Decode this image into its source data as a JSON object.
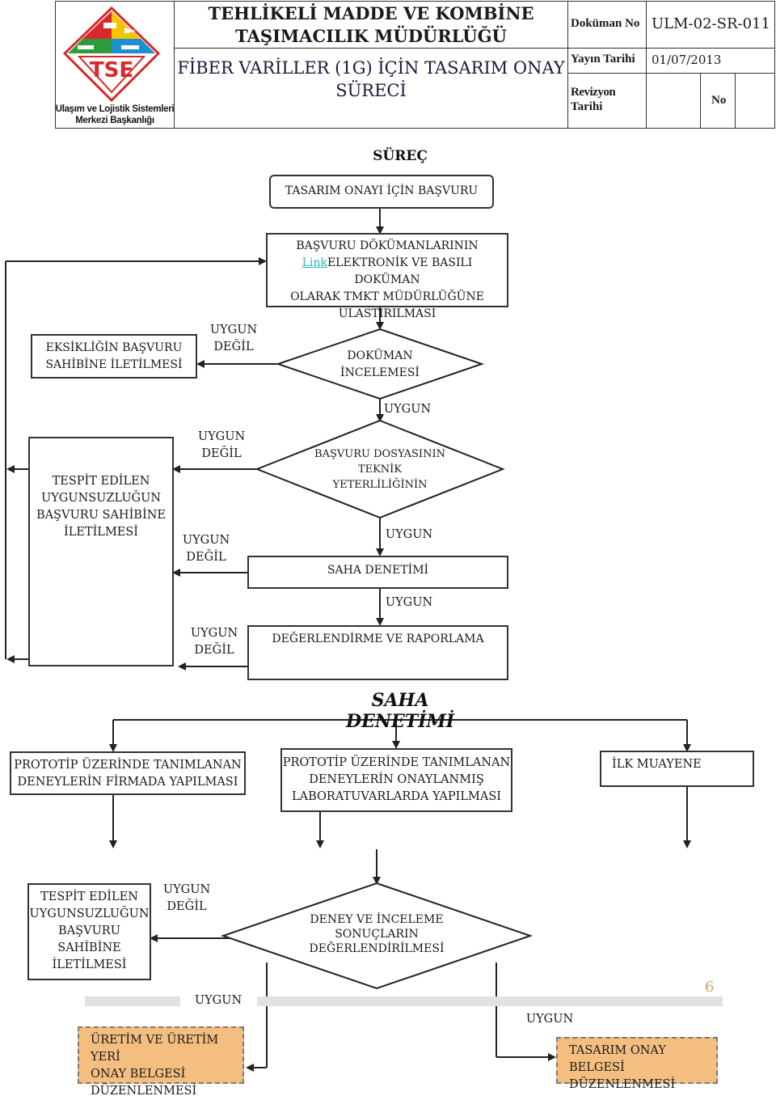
{
  "header": {
    "org_name": "Ulaşım ve Lojistik Sistemleri Merkezi Başkanlığı",
    "logo_text": "TSE",
    "title_line1": "TEHLİKELİ MADDE VE KOMBİNE",
    "title_line2": "TAŞIMACILIK MÜDÜRLÜĞÜ",
    "subtitle_line1": "FİBER VARİLLER (1G) İÇİN TASARIM ONAY",
    "subtitle_line2": "SÜRECİ",
    "doc_no_label": "Doküman No",
    "doc_no_value": "ULM-02-SR-011",
    "pub_date_label": "Yayın Tarihi",
    "pub_date_value": "01/07/2013",
    "rev_date_label_1": "Revizyon",
    "rev_date_label_2": "Tarihi",
    "rev_no_label": "No"
  },
  "process": {
    "section_title": "SÜREÇ",
    "apply_box": "TASARIM ONAYI İÇİN BAŞVURU",
    "docs_line1": "BAŞVURU DÖKÜMANLARININ",
    "docs_link": "Link",
    "docs_line2": "ELEKTRONİK VE BASILI DOKÜMAN",
    "docs_line3": "OLARAK TMKT MÜDÜRLÜĞÜNE",
    "docs_line4": "ULASTIRILMASI",
    "deficiency_line1": "EKSİKLİĞİN BAŞVURU",
    "deficiency_line2": "SAHİBİNE İLETİLMESİ",
    "doc_review_line1": "DOKÜMAN",
    "doc_review_line2": "İNCELEMESİ",
    "tech_line1": "BAŞVURU DOSYASININ",
    "tech_line2": "TEKNİK",
    "tech_line3": "YETERLİLİĞİNİN",
    "nonconf_line1": "TESPİT EDİLEN",
    "nonconf_line2": "UYGUNSUZLUĞUN",
    "nonconf_line3": "BAŞVURU SAHİBİNE",
    "nonconf_line4": "İLETİLMESİ",
    "site_audit_box": "SAHA DENETİMİ",
    "eval_report_box": "DEĞERLENDİRME VE RAPORLAMA",
    "uygun": "UYGUN",
    "uygun_degil": "UYGUN DEĞİL",
    "uygun_word": "UYGUN",
    "degil_word": "DEĞİL"
  },
  "saha": {
    "title": "SAHA  DENETİMİ",
    "firm_tests_line1": "PROTOTİP ÜZERİNDE TANIMLANAN",
    "firm_tests_line2": "DENEYLERİN FİRMADA YAPILMASI",
    "lab_tests_line1": "PROTOTİP ÜZERİNDE TANIMLANAN",
    "lab_tests_line2": "DENEYLERİN ONAYLANMIŞ",
    "lab_tests_line3": "LABORATUVARLARDA YAPILMASI",
    "first_inspection": "İLK MUAYENE",
    "nonconf2_line1": "TESPİT EDİLEN",
    "nonconf2_line2": "UYGUNSUZLUĞUN",
    "nonconf2_line3": "BAŞVURU",
    "nonconf2_line4": "SAHİBİNE",
    "nonconf2_line5": "İLETİLMESİ",
    "eval_line1": "DENEY VE İNCELEME",
    "eval_line2": "SONUÇLARIN",
    "eval_line3": "DEĞERLENDİRİLMESİ",
    "production_cert_line1": "ÜRETİM VE ÜRETİM YERİ",
    "production_cert_line2": "ONAY BELGESİ",
    "production_cert_line3": "DÜZENLENMESİ",
    "design_cert_line1": "TASARIM ONAY BELGESİ",
    "design_cert_line2": "DÜZENLENMESİ",
    "page_number": "6"
  }
}
